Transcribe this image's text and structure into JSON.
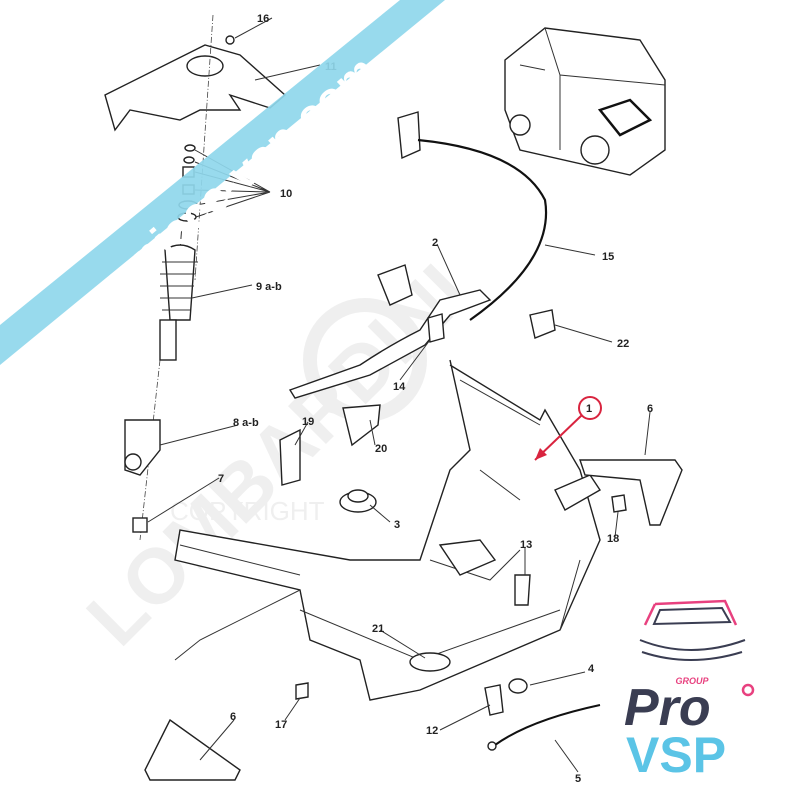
{
  "diagram": {
    "callouts": [
      {
        "id": "16",
        "text": "16"
      },
      {
        "id": "11",
        "text": "11"
      },
      {
        "id": "10",
        "text": "10"
      },
      {
        "id": "9",
        "text": "9 a-b"
      },
      {
        "id": "8",
        "text": "8 a-b"
      },
      {
        "id": "7",
        "text": "7"
      },
      {
        "id": "2",
        "text": "2"
      },
      {
        "id": "15",
        "text": "15"
      },
      {
        "id": "22",
        "text": "22"
      },
      {
        "id": "14",
        "text": "14"
      },
      {
        "id": "19",
        "text": "19"
      },
      {
        "id": "20",
        "text": "20"
      },
      {
        "id": "3",
        "text": "3"
      },
      {
        "id": "1",
        "text": "1"
      },
      {
        "id": "6a",
        "text": "6"
      },
      {
        "id": "13",
        "text": "13"
      },
      {
        "id": "18",
        "text": "18"
      },
      {
        "id": "21",
        "text": "21"
      },
      {
        "id": "4",
        "text": "4"
      },
      {
        "id": "12",
        "text": "12"
      },
      {
        "id": "17",
        "text": "17"
      },
      {
        "id": "6b",
        "text": "6"
      },
      {
        "id": "5",
        "text": "5"
      }
    ],
    "highlight_color": "#d9243f"
  },
  "watermarks": {
    "banner_text": "pro-piece-vsp.com",
    "banner_color": "#8fd7ec",
    "brand_text": "LOMBARDINI",
    "copyright_text": "COPYRIGHT"
  },
  "logo": {
    "group": "GROUP",
    "pro": "Pro",
    "vsp": "VSP",
    "pink": "#e8417f",
    "dark": "#3a3d52",
    "blue": "#5bc4e6"
  }
}
